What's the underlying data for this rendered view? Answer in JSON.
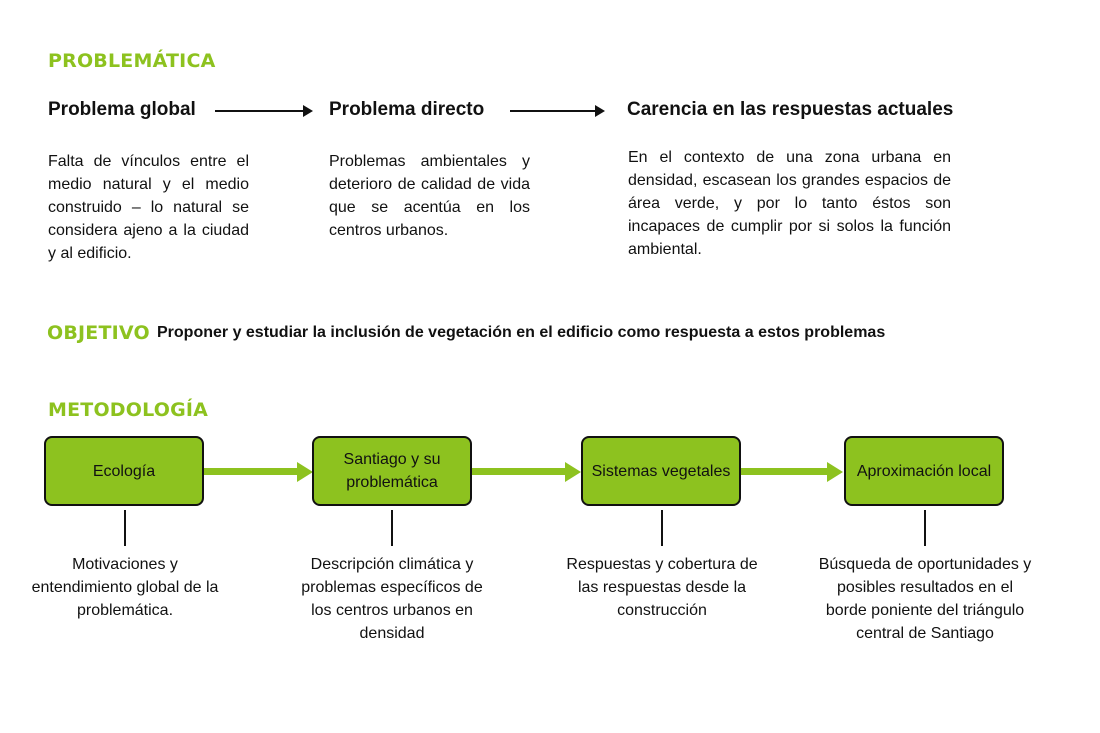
{
  "problematica": {
    "title": "PROBLEMÁTICA",
    "columns": [
      {
        "heading": "Problema global",
        "text": "Falta de vínculos entre el medio natural y el medio construido – lo natural se considera ajeno a la ciudad y al edificio."
      },
      {
        "heading": "Problema directo",
        "text": "Problemas ambientales y deterioro de calidad de vida que se acentúa en los centros urbanos."
      },
      {
        "heading": "Carencia en las respuestas actuales",
        "text": "En el contexto de una zona urbana en densidad, escasean los grandes espacios de área verde, y por lo tanto éstos son incapaces de cumplir por si solos la función ambiental."
      }
    ]
  },
  "objetivo": {
    "title": "OBJETIVO",
    "text": "Proponer y estudiar la inclusión de vegetación en el edificio como respuesta a estos problemas"
  },
  "metodologia": {
    "title": "METODOLOGÍA",
    "steps": [
      {
        "label": "Ecología",
        "description": "Motivaciones y entendimiento global de la problemática."
      },
      {
        "label": "Santiago y su problemática",
        "description": "Descripción climática y problemas específicos de los centros urbanos en densidad"
      },
      {
        "label": "Sistemas vegetales",
        "description": "Respuestas y cobertura de las respuestas desde la construcción"
      },
      {
        "label": "Aproximación local",
        "description": "Búsqueda de oportunidades y posibles resultados en el borde poniente del triángulo central de Santiago"
      }
    ]
  },
  "colors": {
    "accent": "#8dc21f",
    "text": "#111111"
  }
}
